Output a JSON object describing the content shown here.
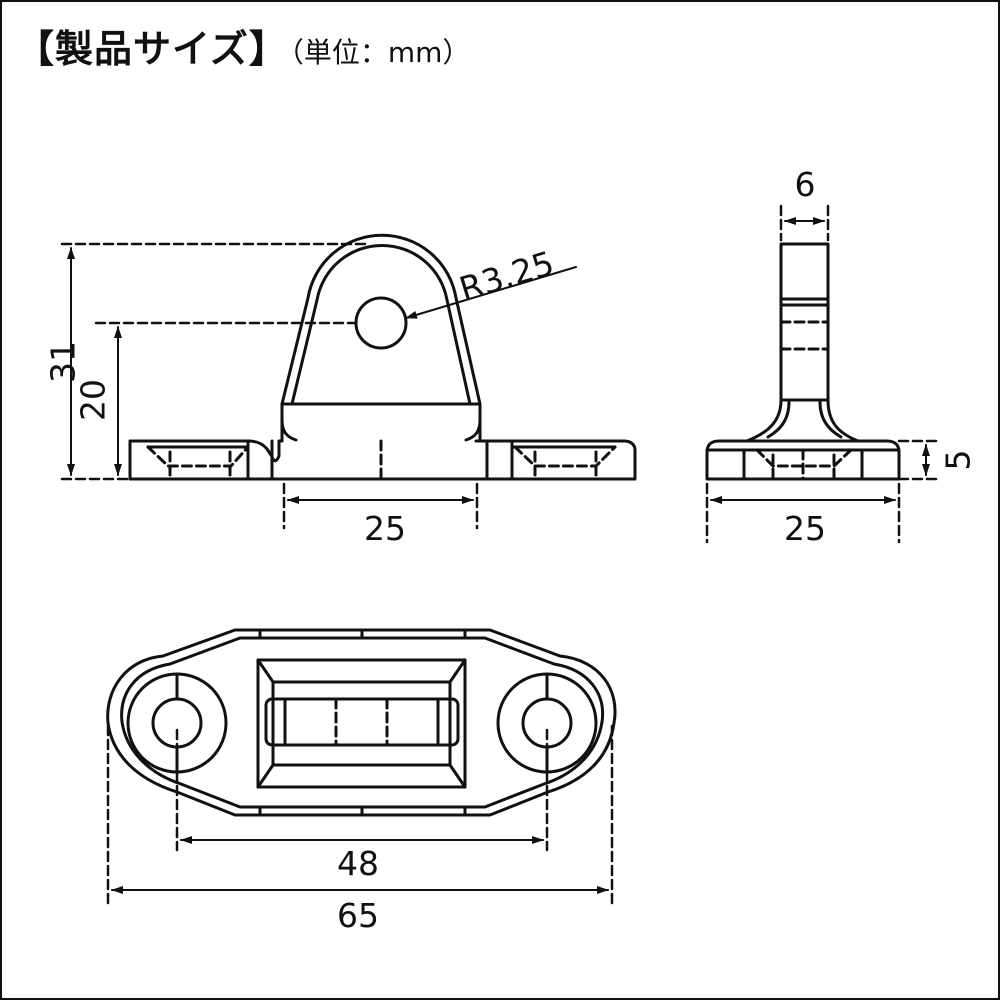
{
  "title": {
    "main": "【製品サイズ】",
    "unit": "（単位：mm）"
  },
  "dimensions": {
    "height_total": "31",
    "hole_center_height": "20",
    "radius": "R3.25",
    "front_width": "25",
    "thickness": "6",
    "side_depth": "25",
    "base_height": "5",
    "hole_pitch": "48",
    "overall_length": "65"
  },
  "colors": {
    "line": "#111111",
    "background": "#ffffff"
  }
}
